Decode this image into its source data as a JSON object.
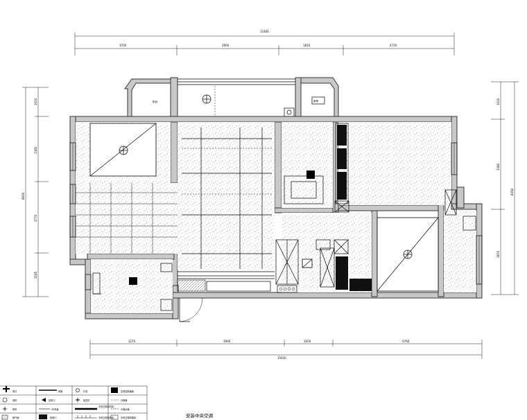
{
  "drawing_title": "安装中央空调",
  "dimensions": {
    "top_total": "15460",
    "top_segments": [
      "3700",
      "2900",
      "1810",
      "4720"
    ],
    "bottom_total": "15430",
    "bottom_segments": [
      "3270",
      "3900",
      "1650",
      "5760"
    ],
    "left_total": "8930",
    "left_segments": [
      "1020",
      "2360",
      "2770",
      "2185"
    ],
    "right_total": "8350",
    "right_segments": [
      "1020",
      "3380",
      "3870"
    ]
  },
  "room_labels": {
    "balcony": "阳台",
    "kitchen_tag": "厨房"
  },
  "legend": {
    "col1": [
      "风口",
      "回风",
      "排风",
      "换气扇"
    ],
    "col2": [
      "风管",
      "送风口",
      "ZE风管",
      "检修口"
    ],
    "col3": [
      "灯具",
      "吸顶灯",
      "中央空调室内机",
      "中央空调室外机"
    ],
    "col4": [
      "空调控制面板",
      "冷媒管",
      "冷凝水管",
      "中央空调风管机"
    ]
  }
}
